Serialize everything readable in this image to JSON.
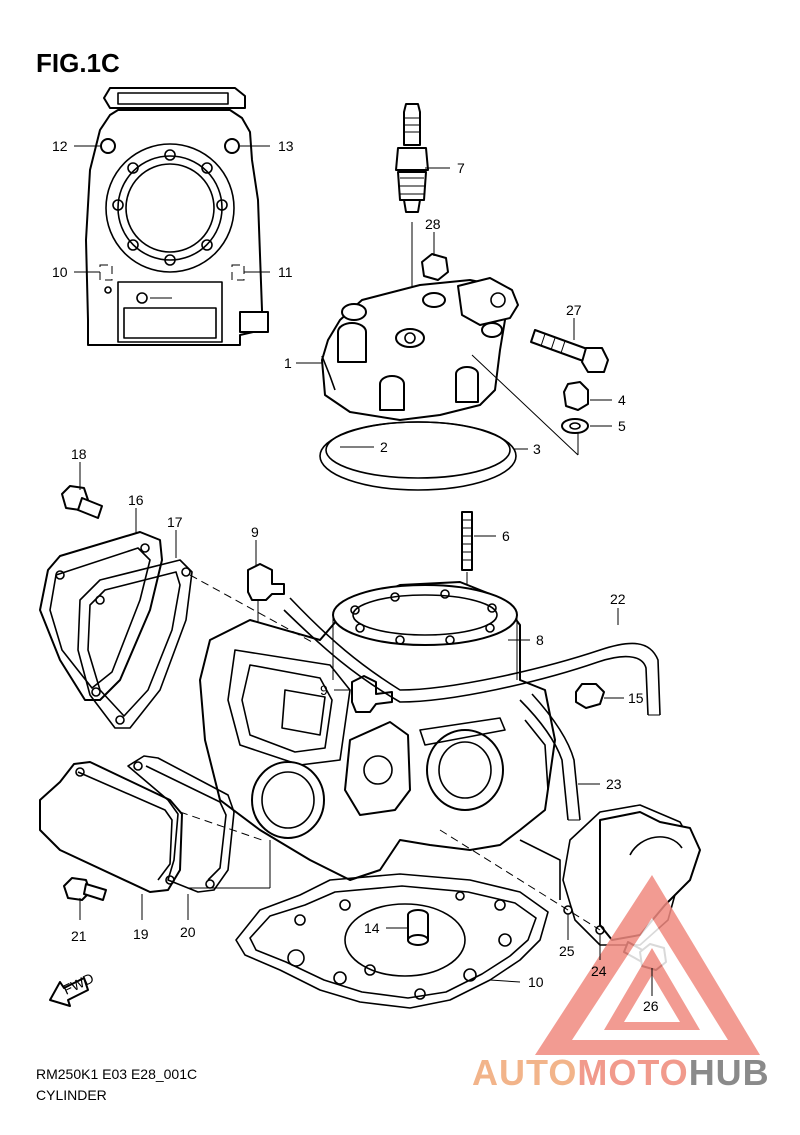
{
  "figure": {
    "title": "FIG.1C",
    "code": "RM250K1 E03 E28_001C",
    "name": "CYLINDER"
  },
  "watermark": {
    "brand_part1": "AUTO",
    "brand_part2": "MOTO",
    "brand_part3": "HUB",
    "colors": {
      "auto": "#f2b48a",
      "moto": "#f19a8c",
      "hub": "#8a8a8a",
      "triangle": "#f08a80"
    }
  },
  "fwd_label": "FWD",
  "callouts": [
    {
      "id": "1",
      "label": "1"
    },
    {
      "id": "2",
      "label": "2"
    },
    {
      "id": "3",
      "label": "3"
    },
    {
      "id": "4",
      "label": "4"
    },
    {
      "id": "5",
      "label": "5"
    },
    {
      "id": "6",
      "label": "6"
    },
    {
      "id": "7",
      "label": "7"
    },
    {
      "id": "8",
      "label": "8"
    },
    {
      "id": "9a",
      "label": "9"
    },
    {
      "id": "9b",
      "label": "9"
    },
    {
      "id": "10",
      "label": "10"
    },
    {
      "id": "11",
      "label": "11"
    },
    {
      "id": "12",
      "label": "12"
    },
    {
      "id": "13",
      "label": "13"
    },
    {
      "id": "14",
      "label": "14"
    },
    {
      "id": "15",
      "label": "15"
    },
    {
      "id": "16",
      "label": "16"
    },
    {
      "id": "17",
      "label": "17"
    },
    {
      "id": "18",
      "label": "18"
    },
    {
      "id": "19",
      "label": "19"
    },
    {
      "id": "20",
      "label": "20"
    },
    {
      "id": "21",
      "label": "21"
    },
    {
      "id": "22",
      "label": "22"
    },
    {
      "id": "23a",
      "label": "23"
    },
    {
      "id": "23b",
      "label": "23"
    },
    {
      "id": "24",
      "label": "24"
    },
    {
      "id": "25",
      "label": "25"
    },
    {
      "id": "26",
      "label": "26"
    },
    {
      "id": "27",
      "label": "27"
    },
    {
      "id": "28",
      "label": "28"
    }
  ]
}
